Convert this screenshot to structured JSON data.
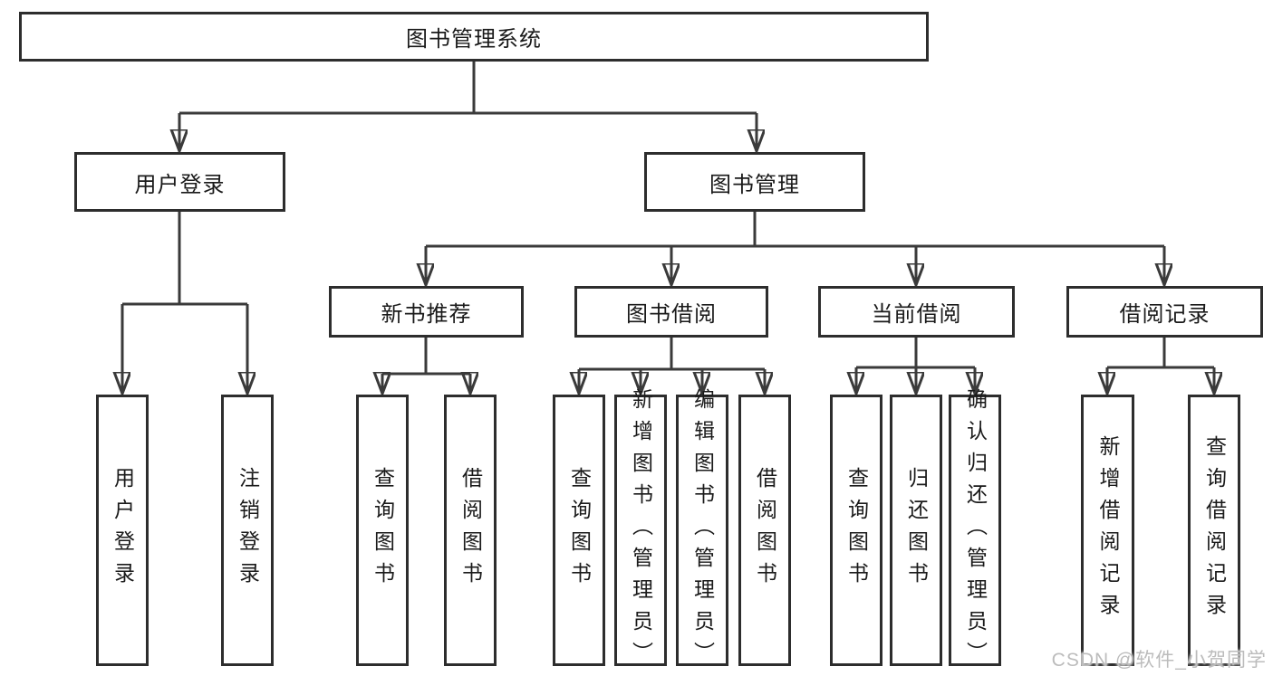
{
  "title": "图书管理系统",
  "colors": {
    "background": "#ffffff",
    "line": "#3a3a3a",
    "box_border": "#2d2d2d",
    "text": "#1a1a1a",
    "watermark": "#bcbcbc"
  },
  "nodes": {
    "root": "图书管理系统",
    "user_login": {
      "label": "用户登录",
      "children": {
        "login": "用户登录",
        "logout": "注销登录"
      }
    },
    "book_mgmt": {
      "label": "图书管理",
      "children": {
        "new_book": {
          "label": "新书推荐",
          "children": {
            "query": "查询图书",
            "borrow": "借阅图书"
          }
        },
        "book_borrow": {
          "label": "图书借阅",
          "children": {
            "query": "查询图书",
            "add": "新增图书（管理员）",
            "edit": "编辑图书（管理员）",
            "borrow": "借阅图书"
          }
        },
        "current_borrow": {
          "label": "当前借阅",
          "children": {
            "query": "查询图书",
            "return": "归还图书",
            "confirm": "确认归还（管理员）"
          }
        },
        "records": {
          "label": "借阅记录",
          "children": {
            "add": "新增借阅记录",
            "query": "查询借阅记录"
          }
        }
      }
    }
  },
  "watermark": "CSDN @软件_小贺同学"
}
